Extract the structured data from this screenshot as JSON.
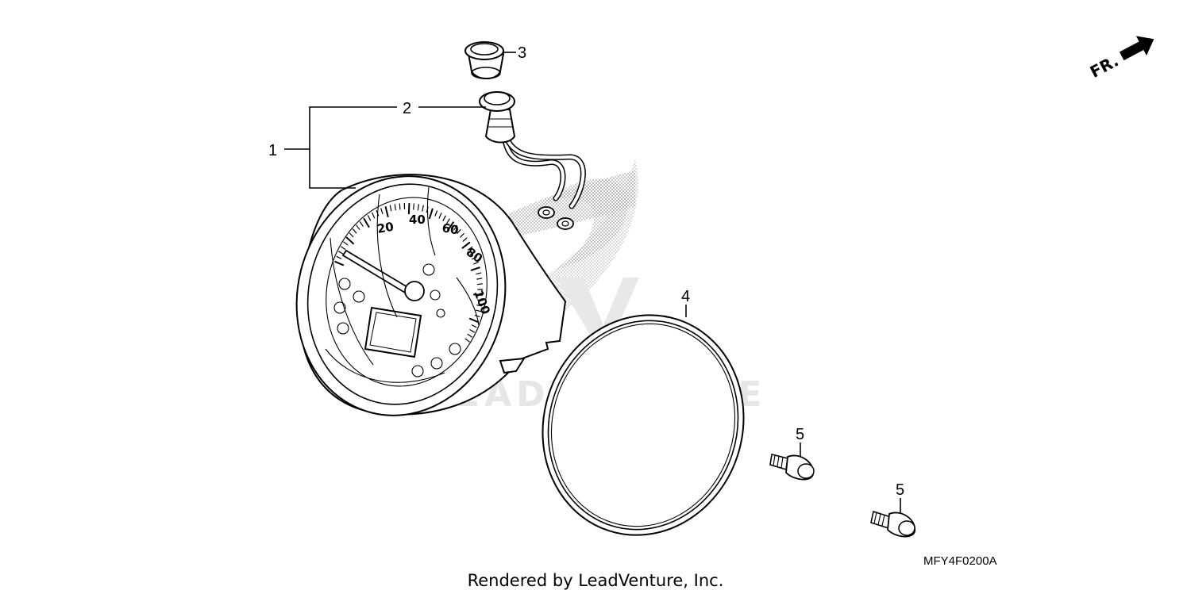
{
  "diagram": {
    "callouts": [
      {
        "id": "1",
        "label": "1"
      },
      {
        "id": "2",
        "label": "2"
      },
      {
        "id": "3",
        "label": "3"
      },
      {
        "id": "4",
        "label": "4"
      },
      {
        "id": "5a",
        "label": "5"
      },
      {
        "id": "5b",
        "label": "5"
      }
    ],
    "direction_indicator": "FR.",
    "dial_numbers": [
      "20",
      "40",
      "60",
      "80",
      "100"
    ],
    "diagram_code": "MFY4F0200A",
    "footer": "Rendered by LeadVenture, Inc.",
    "watermark": "LEADVENTURE"
  }
}
